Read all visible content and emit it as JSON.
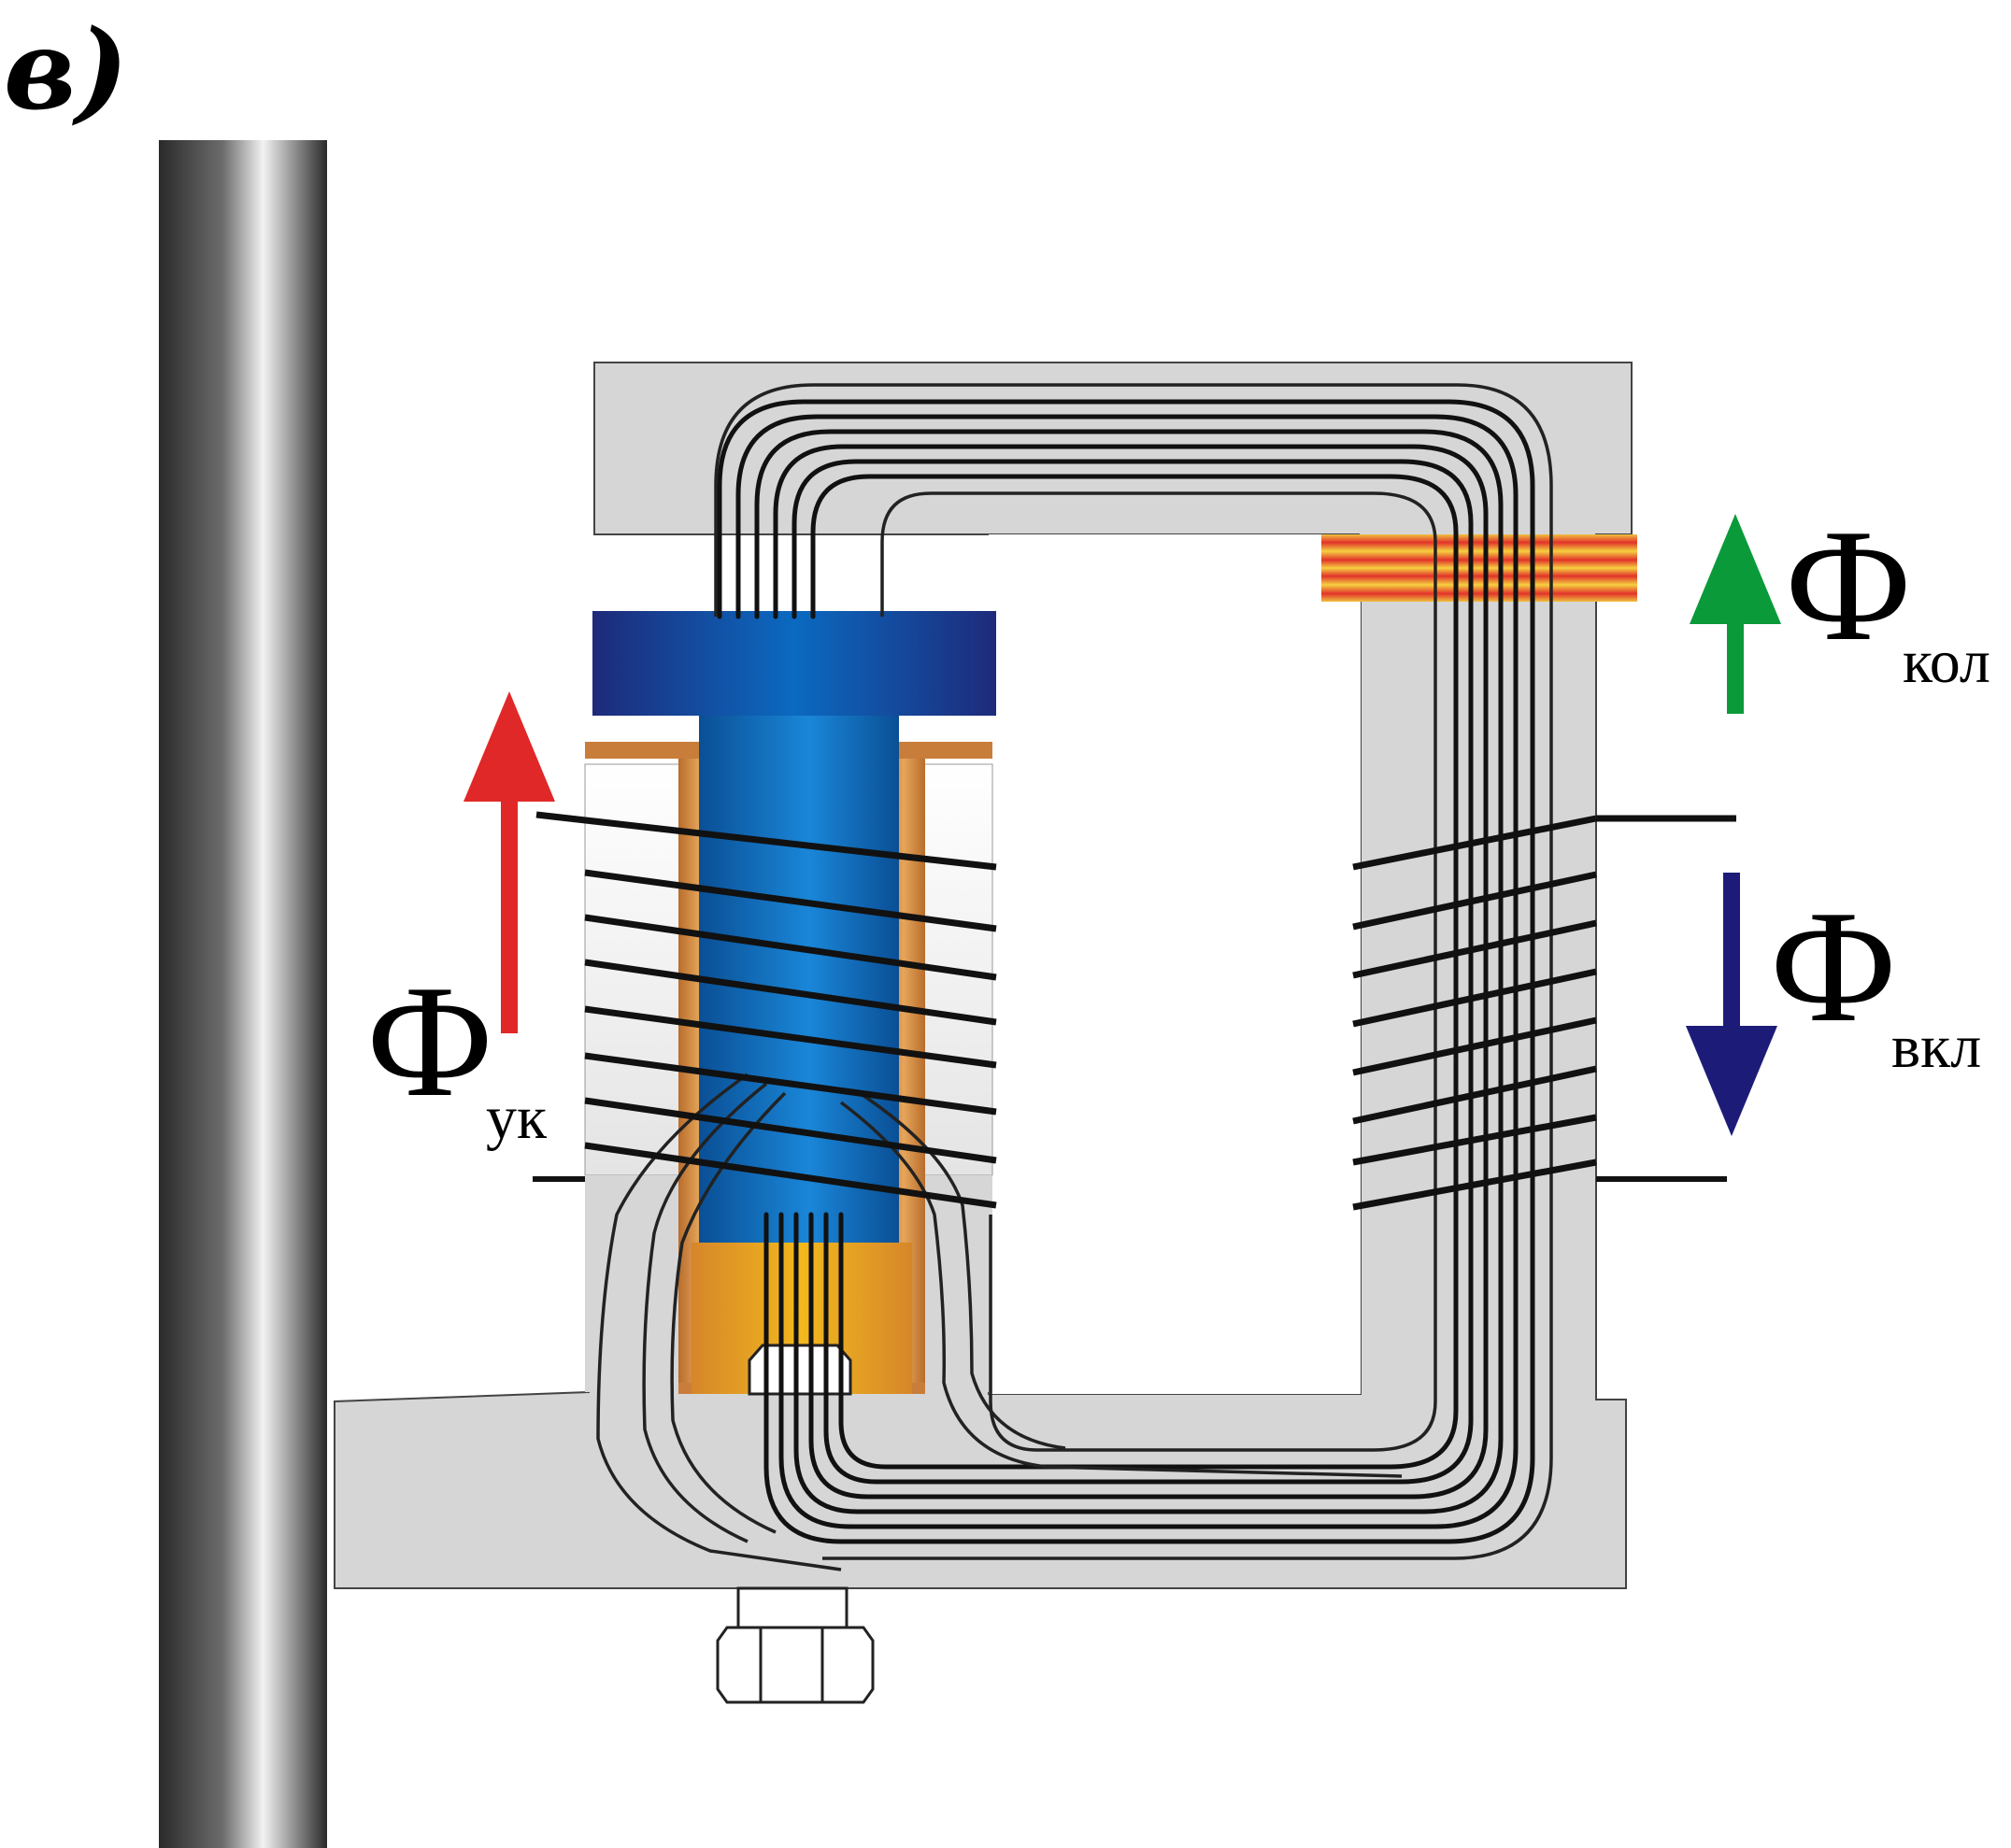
{
  "panel_label": "в)",
  "flux_labels": {
    "control": {
      "symbol": "Ф",
      "subscript": "ук",
      "arrow_color": "#e02828",
      "direction": "up"
    },
    "holding": {
      "symbol": "Ф",
      "subscript": "кол",
      "arrow_color": "#0a9a3a",
      "direction": "up"
    },
    "closing": {
      "symbol": "Ф",
      "subscript": "вкл",
      "arrow_color": "#1c1c78",
      "direction": "down"
    }
  },
  "colors": {
    "core": "#d6d6d6",
    "armature": "#0a5fa8",
    "armature_cap": "#1e2a7a",
    "bobbin": "#c87e3a",
    "plunger_base": "#e3a21c",
    "shorted_ring": "#e2631c"
  }
}
